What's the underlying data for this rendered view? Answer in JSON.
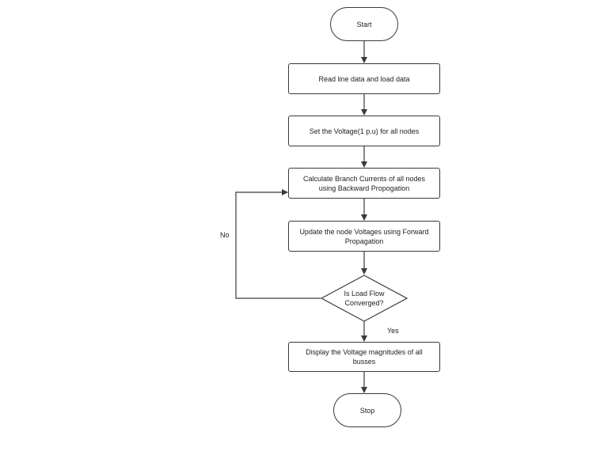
{
  "flowchart": {
    "start": "Start",
    "step_read": "Read line data and load data",
    "step_set_voltage": "Set the Voltage(1 p.u) for all nodes",
    "step_branch_currents_line1": "Calculate Branch Currents of all nodes",
    "step_branch_currents_line2": "using Backward Propogation",
    "step_update_line1": "Update the node Voltages using Forward",
    "step_update_line2": "Propagation",
    "decision_line1": "Is Load Flow",
    "decision_line2": "Converged?",
    "display_line1": "Display the  Voltage magnitudes of all",
    "display_line2": "busses",
    "stop": "Stop",
    "label_yes": "Yes",
    "label_no": "No"
  },
  "colors": {
    "stroke": "#3a3a3a",
    "fill": "#ffffff",
    "text": "#222222"
  }
}
